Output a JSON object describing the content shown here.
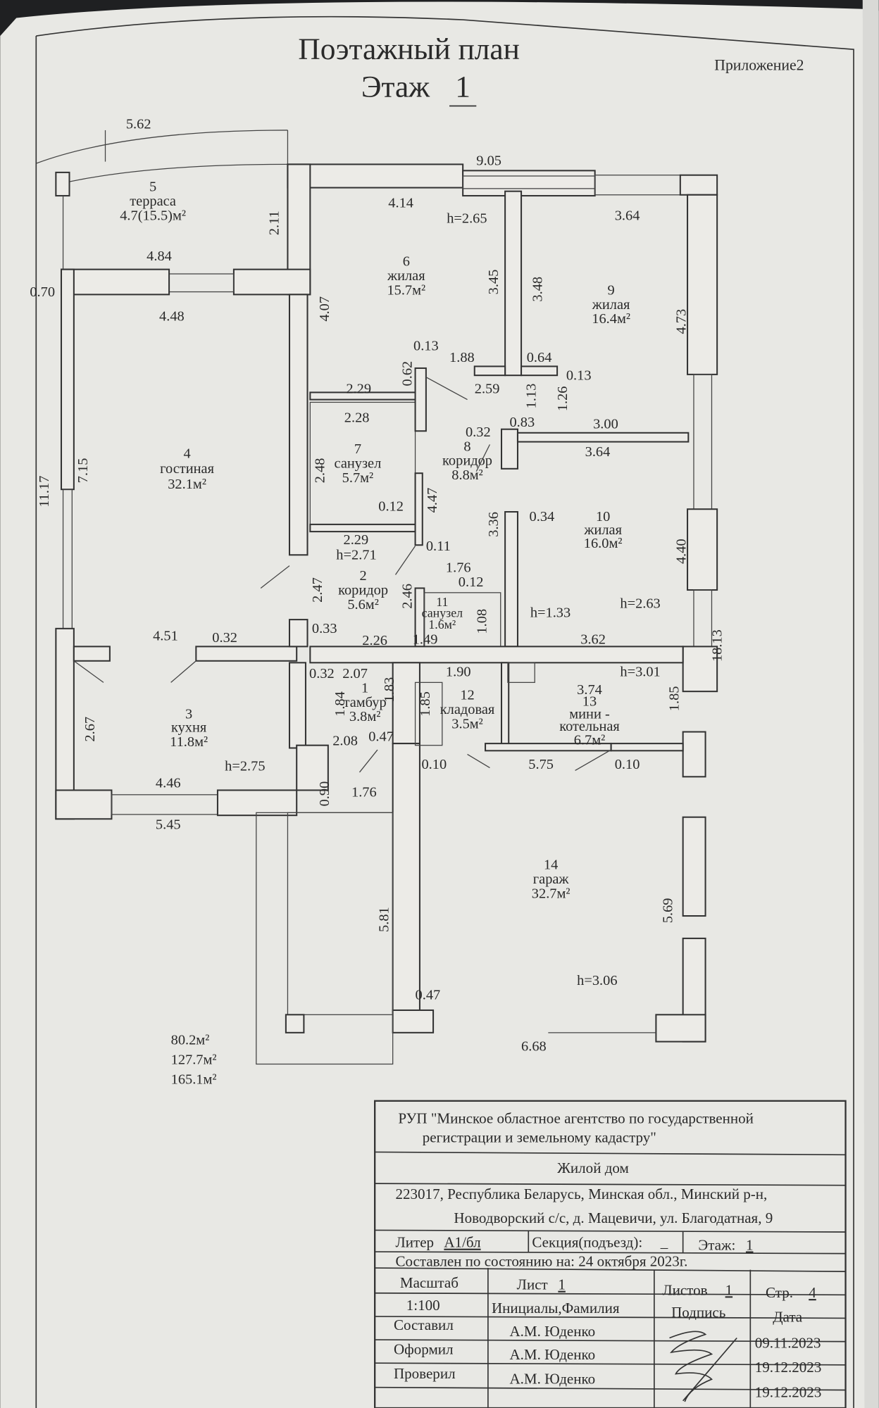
{
  "header": {
    "title": "Поэтажный план",
    "floor_label": "Этаж",
    "floor_value": "1",
    "appendix": "Приложение2"
  },
  "rooms": [
    {
      "number": "5",
      "name": "терраса",
      "area": "4.7(15.5)м²"
    },
    {
      "number": "6",
      "name": "жилая",
      "area": "15.7м²"
    },
    {
      "number": "9",
      "name": "жилая",
      "area": "16.4м²"
    },
    {
      "number": "4",
      "name": "гостиная",
      "area": "32.1м²"
    },
    {
      "number": "7",
      "name": "санузел",
      "area": "5.7м²"
    },
    {
      "number": "8",
      "name": "коридор",
      "area": "8.8м²"
    },
    {
      "number": "10",
      "name": "жилая",
      "area": "16.0м²"
    },
    {
      "number": "2",
      "name": "коридор",
      "area": "5.6м²"
    },
    {
      "number": "11",
      "name": "санузел",
      "area": "1.6м²"
    },
    {
      "number": "1",
      "name": "тамбур",
      "area": "3.8м²"
    },
    {
      "number": "12",
      "name": "кладовая",
      "area": "3.5м²"
    },
    {
      "number": "13",
      "name": "мини -",
      "name2": "котельная",
      "area": "6.7м²"
    },
    {
      "number": "3",
      "name": "кухня",
      "area": "11.8м²"
    },
    {
      "number": "14",
      "name": "гараж",
      "area": "32.7м²"
    }
  ],
  "dims": [
    "5.62",
    "9.05",
    "4.14",
    "h=2.65",
    "3.64",
    "2.11",
    "4.84",
    "0.70",
    "4.48",
    "4.07",
    "3.45",
    "3.48",
    "4.73",
    "0.13",
    "1.88",
    "0.64",
    "0.13",
    "0.62",
    "2.29",
    "2.59",
    "1.13",
    "1.26",
    "2.28",
    "0.83",
    "3.00",
    "0.32",
    "3.64",
    "2.48",
    "11.17",
    "7.15",
    "4.47",
    "0.12",
    "3.36",
    "0.34",
    "4.40",
    "2.29",
    "0.11",
    "1.76",
    "2.47",
    "0.12",
    "2.46",
    "h=1.33",
    "h=2.63",
    "1.08",
    "18.13",
    "0.33",
    "4.51",
    "0.32",
    "1.49",
    "2.26",
    "3.62",
    "0.32",
    "2.07",
    "1.83",
    "1.90",
    "h=3.01",
    "3.74",
    "1.84",
    "1.85",
    "1.85",
    "2.67",
    "2.08",
    "0.47",
    "0.10",
    "5.75",
    "0.10",
    "0.90",
    "1.76",
    "4.46",
    "5.45",
    "5.81",
    "5.69",
    "h=3.06",
    "0.47",
    "6.68",
    "h=2.75",
    "h=2.71"
  ],
  "totals": [
    "80.2м²",
    "127.7м²",
    "165.1м²"
  ],
  "title_block": {
    "org_line1": "РУП \"Минское областное агентство по государственной",
    "org_line2": "регистрации и земельному кадастру\"",
    "object": "Жилой дом",
    "address_line1": "223017, Республика Беларусь, Минская обл., Минский р-н,",
    "address_line2": "Новодворский с/с, д. Мацевичи, ул. Благодатная, 9",
    "litera_label": "Литер",
    "litera_value": "А1/бл",
    "section_label": "Секция(подъезд):",
    "section_value": "_",
    "floor_label": "Этаж:",
    "floor_value": "1",
    "state_date": "Составлен по состоянию на: 24 октября 2023г.",
    "scale_label": "Масштаб",
    "scale_value": "1:100",
    "sheet_label": "Лист",
    "sheet_value": "1",
    "sheets_label": "Листов",
    "sheets_value": "1",
    "page_label": "Стр.",
    "page_value": "4",
    "col_name": "Инициалы,Фамилия",
    "col_sign": "Подпись",
    "col_date": "Дата",
    "rows": [
      {
        "role": "Составил",
        "name": "А.М. Юденко",
        "date": "09.11.2023"
      },
      {
        "role": "Оформил",
        "name": "А.М. Юденко",
        "date": "19.12.2023"
      },
      {
        "role": "Проверил",
        "name": "А.М. Юденко",
        "date": "19.12.2023"
      }
    ]
  }
}
